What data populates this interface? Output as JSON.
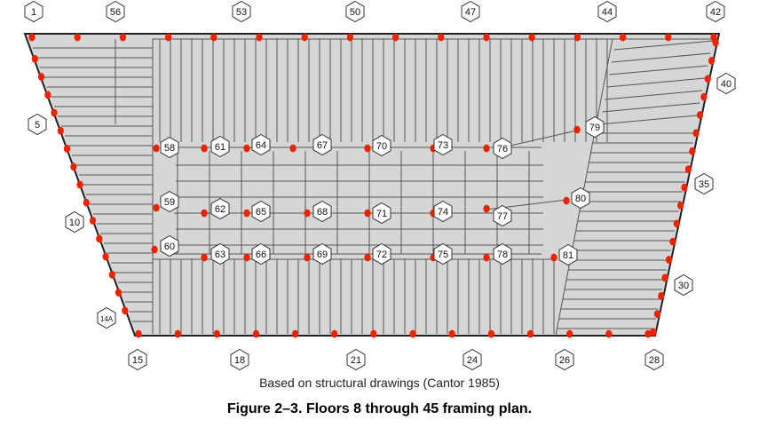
{
  "figure": {
    "credit": "Based on structural drawings (Cantor 1985)",
    "caption": "Figure 2–3.  Floors 8 through 45 framing plan."
  },
  "colors": {
    "floor_fill": "#d6d6d6",
    "outline": "#222222",
    "framing_line": "#555555",
    "column_dot": "#ee2200",
    "tag_fill": "#ffffff",
    "tag_stroke": "#333333"
  },
  "perimeter_column_labels": [
    "1",
    "56",
    "53",
    "50",
    "47",
    "44",
    "42",
    "40",
    "35",
    "30",
    "28",
    "26",
    "24",
    "21",
    "18",
    "15",
    "14A",
    "10",
    "5"
  ],
  "interior_column_labels": [
    "58",
    "61",
    "64",
    "67",
    "70",
    "73",
    "76",
    "79",
    "59",
    "62",
    "65",
    "68",
    "71",
    "74",
    "77",
    "80",
    "60",
    "63",
    "66",
    "69",
    "72",
    "75",
    "78",
    "81"
  ]
}
